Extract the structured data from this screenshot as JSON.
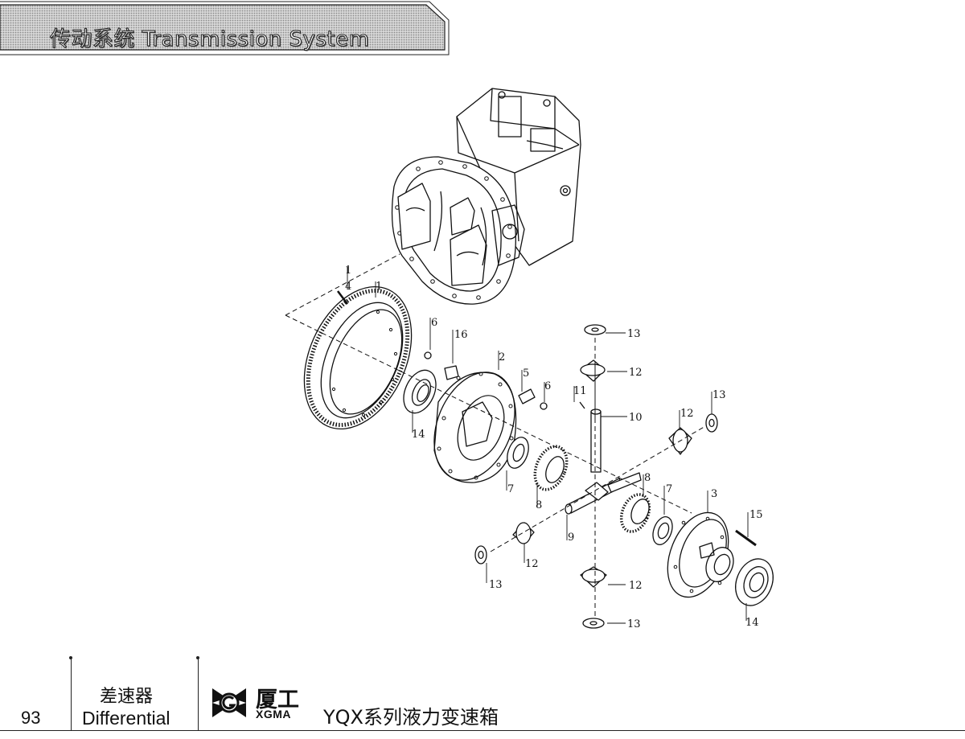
{
  "header": {
    "title": "传动系统 Transmission System"
  },
  "callouts": [
    "1",
    "2",
    "3",
    "4",
    "5",
    "6",
    "6",
    "7",
    "7",
    "8",
    "8",
    "9",
    "10",
    "11",
    "12",
    "12",
    "12",
    "12",
    "13",
    "13",
    "13",
    "13",
    "14",
    "14",
    "15",
    "16"
  ],
  "footer": {
    "page_number": "93",
    "section_cn": "差速器",
    "section_en": "Differential",
    "brand_cn": "厦工",
    "brand_en": "XGMA",
    "product": "YQX系列液力变速箱"
  }
}
